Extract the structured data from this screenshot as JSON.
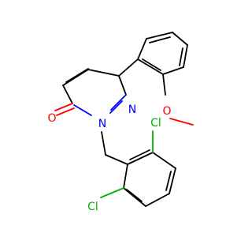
{
  "molecule": {
    "atom_labels": {
      "ketone_oxygen": "O",
      "ring_nitrogen_1": "N",
      "ring_nitrogen_2": "N",
      "methoxy_oxygen": "O",
      "chlorine_top": "Cl",
      "chlorine_bottom": "Cl"
    },
    "colors": {
      "bond": "#000000",
      "oxygen": "#ff0000",
      "nitrogen": "#0000ff",
      "chlorine": "#00b000"
    }
  }
}
